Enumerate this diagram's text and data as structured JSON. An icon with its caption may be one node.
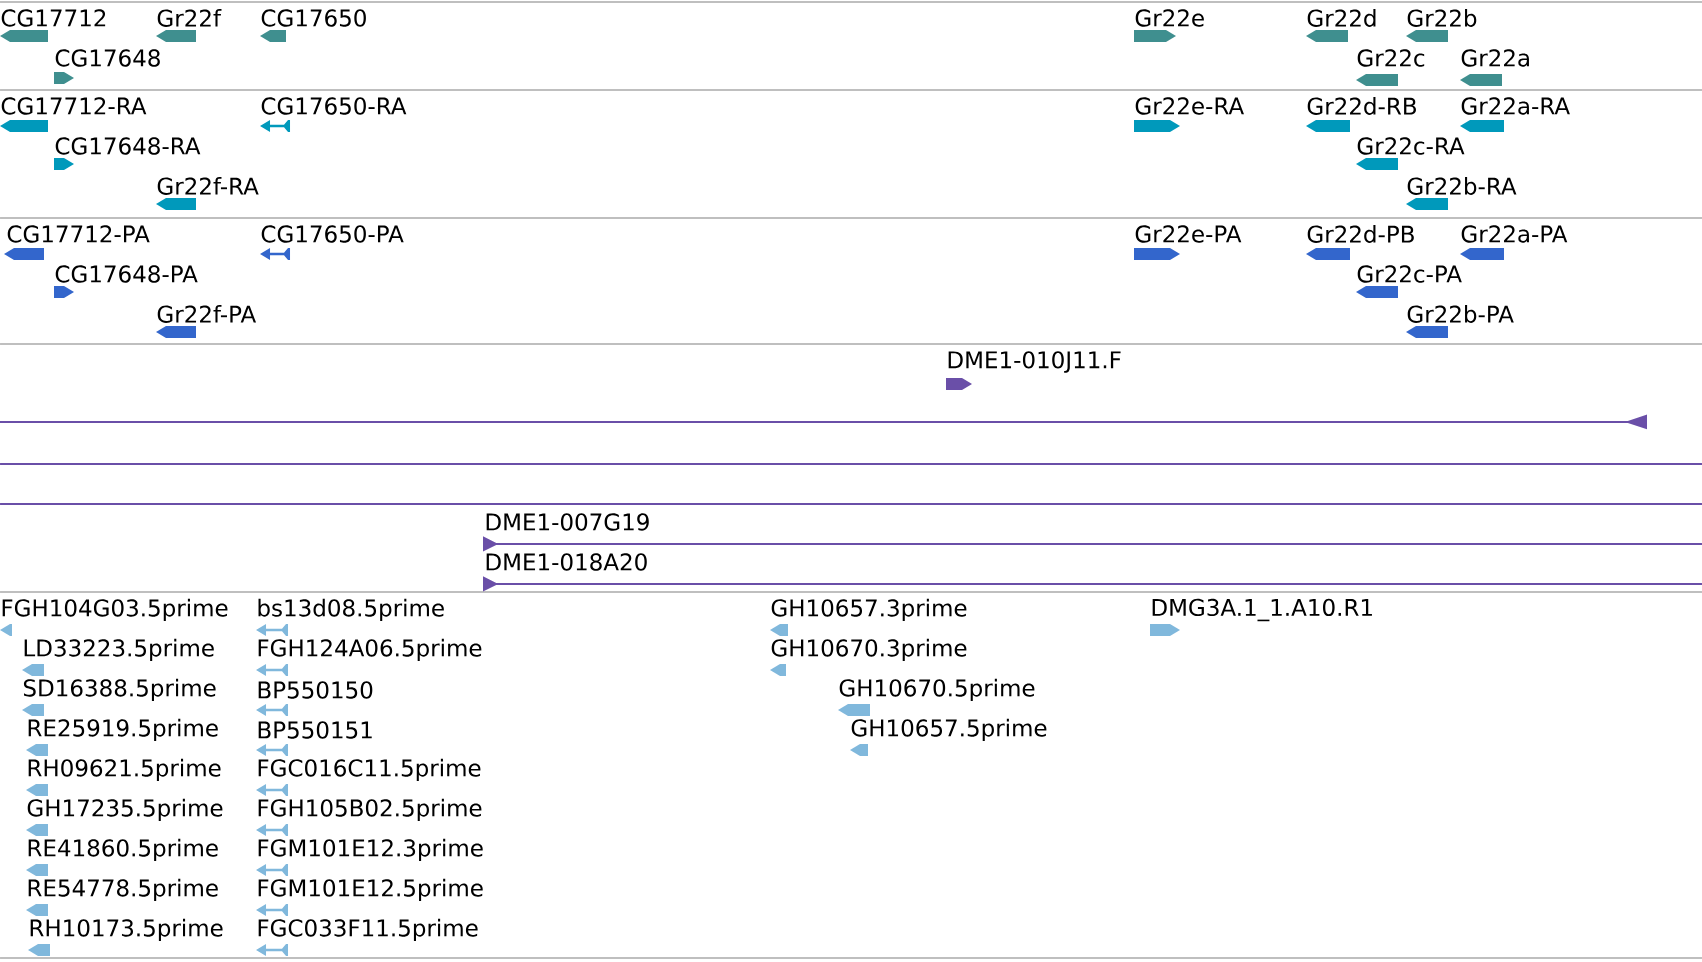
{
  "diagram": {
    "nodes": [
      {
        "text": [
          "CG17712"
        ]
      },
      {
        "text": [
          "Gr22f"
        ]
      },
      {
        "text": [
          "CG17650"
        ]
      },
      {
        "text": [
          "CG17648"
        ]
      },
      {
        "text": [
          "Gr22e"
        ]
      },
      {
        "text": [
          "Gr22d"
        ]
      },
      {
        "text": [
          "Gr22b"
        ]
      },
      {
        "text": [
          "Gr22c"
        ]
      },
      {
        "text": [
          "Gr22a"
        ]
      },
      {
        "text": [
          "CG17712-RA"
        ]
      },
      {
        "text": [
          "CG17650-RA"
        ]
      },
      {
        "text": [
          "CG17648-RA"
        ]
      },
      {
        "text": [
          "Gr22f-RA"
        ]
      },
      {
        "text": [
          "Gr22e-RA"
        ]
      },
      {
        "text": [
          "Gr22d-RB"
        ]
      },
      {
        "text": [
          "Gr22a-RA"
        ]
      },
      {
        "text": [
          "Gr22c-RA"
        ]
      },
      {
        "text": [
          "Gr22b-RA"
        ]
      },
      {
        "text": [
          "CG17712-PA"
        ]
      },
      {
        "text": [
          "CG17650-PA"
        ]
      },
      {
        "text": [
          "CG17648-PA"
        ]
      },
      {
        "text": [
          "Gr22f-PA"
        ]
      },
      {
        "text": [
          "Gr22e-PA"
        ]
      },
      {
        "text": [
          "Gr22d-PB"
        ]
      },
      {
        "text": [
          "Gr22a-PA"
        ]
      },
      {
        "text": [
          "Gr22c-PA"
        ]
      },
      {
        "text": [
          "Gr22b-PA"
        ]
      },
      {
        "text": [
          "DME1-010J11.F"
        ]
      },
      {
        "text": [
          "DME1-007G19"
        ]
      },
      {
        "text": [
          "DME1-018A20"
        ]
      },
      {
        "text": [
          "FGH104G03.5prime"
        ]
      },
      {
        "text": [
          "LD33223.5prime"
        ]
      },
      {
        "text": [
          "SD16388.5prime"
        ]
      },
      {
        "text": [
          "RE25919.5prime"
        ]
      },
      {
        "text": [
          "RH09621.5prime"
        ]
      },
      {
        "text": [
          "GH17235.5prime"
        ]
      },
      {
        "text": [
          "RE41860.5prime"
        ]
      },
      {
        "text": [
          "RE54778.5prime"
        ]
      },
      {
        "text": [
          "RH10173.5prime"
        ]
      },
      {
        "text": [
          "bs13d08.5prime"
        ]
      },
      {
        "text": [
          "FGH124A06.5prime"
        ]
      },
      {
        "text": [
          "BP550150"
        ]
      },
      {
        "text": [
          "BP550151"
        ]
      },
      {
        "text": [
          "FGC016C11.5prime"
        ]
      },
      {
        "text": [
          "FGH105B02.5prime"
        ]
      },
      {
        "text": [
          "FGM101E12.3prime"
        ]
      },
      {
        "text": [
          "FGM101E12.5prime"
        ]
      },
      {
        "text": [
          "FGC033F11.5prime"
        ]
      },
      {
        "text": [
          "GH10657.3prime"
        ]
      },
      {
        "text": [
          "GH10670.3prime"
        ]
      },
      {
        "text": [
          "GH10670.5prime"
        ]
      },
      {
        "text": [
          "GH10657.5prime"
        ]
      },
      {
        "text": [
          "DMG3A.1_1.A10.R1"
        ]
      }
    ]
  }
}
